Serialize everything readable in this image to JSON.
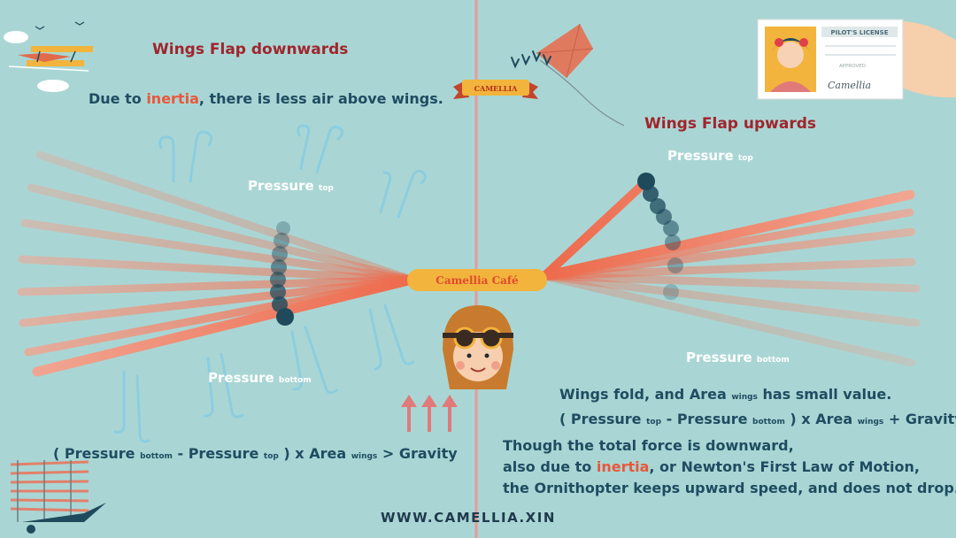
{
  "left": {
    "heading": "Wings Flap downwards",
    "note_before": "Due to ",
    "note_highlight": "inertia",
    "note_after": ", there is less air above wings.",
    "pressure_top": {
      "word": "Pressure",
      "sub": "top"
    },
    "pressure_bottom": {
      "word": "Pressure",
      "sub": "bottom"
    },
    "formula": {
      "open": "( Pressure ",
      "sub_bottom": "bottom",
      "mid": " - Pressure ",
      "sub_top": "top",
      "close": " ) x Area ",
      "sub_wings": "wings",
      "end": " > Gravity"
    }
  },
  "right": {
    "heading": "Wings Flap upwards",
    "pressure_top": {
      "word": "Pressure",
      "sub": "top"
    },
    "pressure_bottom": {
      "word": "Pressure",
      "sub": "bottom"
    },
    "fold_line": {
      "before": "Wings fold, and Area ",
      "sub": "wings",
      "after": " has small value."
    },
    "formula": {
      "open": "( Pressure ",
      "sub_top": "top",
      "mid": " - Pressure ",
      "sub_bottom": "bottom",
      "close": " ) x Area ",
      "sub_wings": "wings",
      "end": " + Gravity"
    },
    "conclusion_line1": "Though the total force is downward,",
    "conclusion_line2_before": "also due to ",
    "conclusion_line2_highlight": "inertia",
    "conclusion_line2_after": ", or Newton's First Law of Motion,",
    "conclusion_line3": "the Ornithopter keeps upward speed, and does not drop."
  },
  "center": {
    "body_label": "Camellia Café",
    "ribbon_label": "CAMELLIA"
  },
  "license": {
    "title": "PILOT'S LICENSE",
    "stamp": "APPROVED",
    "signature": "Camellia"
  },
  "footer": {
    "website": "WWW.CAMELLIA.XIN"
  },
  "colors": {
    "background": "#a9d6d4",
    "wing_red": "#ee6a4c",
    "joint_dark": "#1e4a5c",
    "heading_red": "#a0252d",
    "text_navy": "#1f4c61",
    "highlight_orange": "#e8583c",
    "body_gold": "#f2b43c"
  }
}
